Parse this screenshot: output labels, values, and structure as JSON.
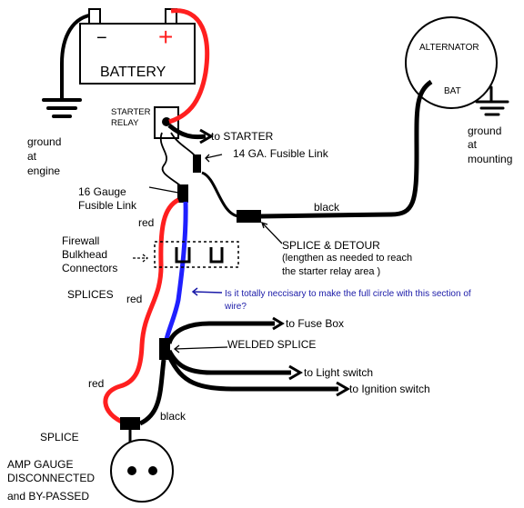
{
  "battery": {
    "label": "BATTERY",
    "minus": "−",
    "plus": "+"
  },
  "starter_relay": {
    "line1": "STARTER",
    "line2": "RELAY"
  },
  "alternator": {
    "label": "ALTERNATOR",
    "terminal": "BAT"
  },
  "grounds": {
    "engine": {
      "l1": "ground",
      "l2": "at",
      "l3": "engine"
    },
    "mounting": {
      "l1": "ground",
      "l2": "at",
      "l3": "mounting"
    }
  },
  "labels": {
    "to_starter": "to STARTER",
    "fusible_14": "14 GA. Fusible Link",
    "fusible_16_l1": "16 Gauge",
    "fusible_16_l2": "Fusible Link",
    "black_top": "black",
    "red_upper": "red",
    "red_mid": "red",
    "red_lower": "red",
    "black_bottom": "black",
    "firewall_l1": "Firewall",
    "firewall_l2": "Bulkhead",
    "firewall_l3": "Connectors",
    "splices": "SPLICES",
    "splice_detour_l1": "SPLICE & DETOUR",
    "splice_detour_l2": "(lengthen as needed to reach",
    "splice_detour_l3": "the starter relay area )",
    "question_l1": "Is it totally neccisary to make the full circle with this section of",
    "question_l2": "wire?",
    "to_fuse_box": "to Fuse Box",
    "welded_splice": "WELDED  SPLICE",
    "to_light_switch": "to Light switch",
    "to_ignition_switch": "to Ignition switch",
    "splice": "SPLICE",
    "amp_l1": "AMP GAUGE",
    "amp_l2": "DISCONNECTED",
    "amp_l3": "and BY-PASSED"
  },
  "colors": {
    "red_wire": "#ff1f1f",
    "blue_wire": "#1f1fff",
    "black_wire": "#000000",
    "question_text": "#1a1aa8"
  }
}
